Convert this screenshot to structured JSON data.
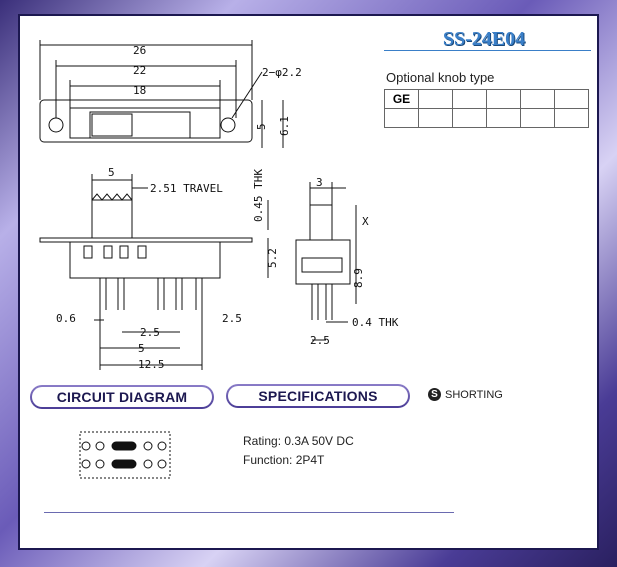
{
  "title": "SS-24E04",
  "knob": {
    "label": "Optional knob type",
    "code": "GE"
  },
  "dims": {
    "d26": "26",
    "d22": "22",
    "d18": "18",
    "hole": "2−φ2.2",
    "d5v": "5",
    "d61": "6.1",
    "d5top": "5",
    "travel": "2.51 TRAVEL",
    "thk045": "0.45 THK",
    "d52": "5.2",
    "d06": "0.6",
    "d25a": "2.5",
    "d25b": "2.5",
    "d5b": "5",
    "d125": "12.5",
    "d3": "3",
    "x": "X",
    "d89": "8.9",
    "thk04": "0.4 THK",
    "d25c": "2.5"
  },
  "headings": {
    "circuit": "CIRCUIT DIAGRAM",
    "specs": "SPECIFICATIONS",
    "shorting": "SHORTING",
    "shorting_icon": "S"
  },
  "specs": {
    "rating": "Rating: 0.3A 50V DC",
    "function": "Function: 2P4T"
  },
  "colors": {
    "frame": "#4a3c96",
    "title": "#3a7fc8"
  }
}
